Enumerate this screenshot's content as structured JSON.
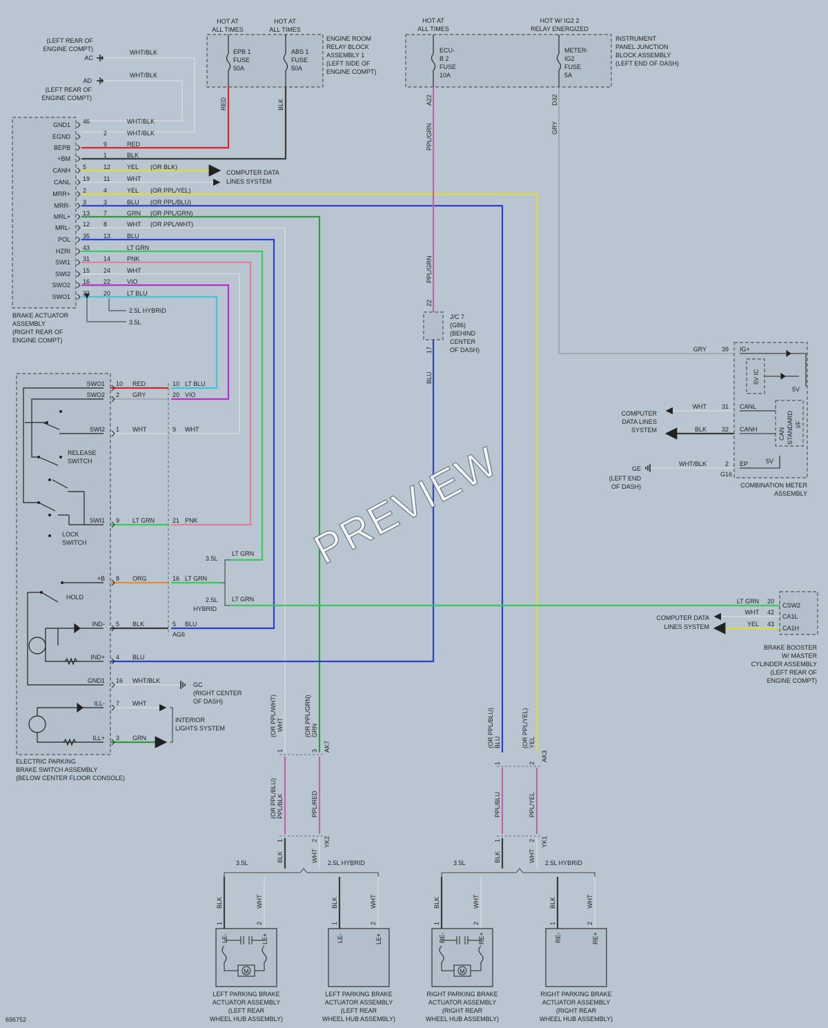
{
  "watermark": "PREVIEW",
  "figure_id": "696752",
  "colors": {
    "red": "#d7262b",
    "blk": "#3a3a3a",
    "yel": "#e0dc33",
    "wht": "#dcdcdc",
    "blu": "#2a3fd6",
    "grn": "#2f9a38",
    "ltgrn": "#3cc85a",
    "pnk": "#d9849a",
    "vio": "#b431c7",
    "ltblu": "#3dc6d5",
    "ppl": "#c462a8",
    "org": "#e08a3a",
    "gry": "#9a9a9a"
  },
  "grounds": {
    "ac": {
      "id": "AC",
      "desc1": "(LEFT REAR OF",
      "desc2": "ENGINE COMPT)",
      "wire": "WHT/BLK"
    },
    "ad": {
      "id": "AD",
      "desc1": "(LEFT REAR OF",
      "desc2": "ENGINE COMPT)",
      "wire": "WHT/BLK"
    },
    "gc": {
      "id": "GC",
      "desc1": "(RIGHT CENTER",
      "desc2": "OF DASH)"
    },
    "ge": {
      "id": "GE",
      "desc1": "(LEFT END",
      "desc2": "OF DASH)"
    }
  },
  "engine_relay": {
    "hot1a": "HOT AT",
    "hot1b": "ALL TIMES",
    "hot2a": "HOT AT",
    "hot2b": "ALL TIMES",
    "fuse1a": "EPB 1",
    "fuse1b": "FUSE",
    "fuse1c": "50A",
    "fuse2a": "ABS 1",
    "fuse2b": "FUSE",
    "fuse2c": "50A",
    "l1": "ENGINE ROOM",
    "l2": "RELAY BLOCK",
    "l3": "ASSEMBLY 1",
    "l4": "(LEFT SIDE OF",
    "l5": "ENGINE COMPT)",
    "w1": "RED",
    "w2": "BLK"
  },
  "ipjb": {
    "hot1a": "HOT AT",
    "hot1b": "ALL TIMES",
    "hot2a": "HOT W/ IG2 2",
    "hot2b": "RELAY ENERGIZED",
    "fuse1a": "ECU-",
    "fuse1b": "B 2",
    "fuse1c": "FUSE",
    "fuse1d": "10A",
    "fuse2a": "METER-",
    "fuse2b": "IG2",
    "fuse2c": "FUSE",
    "fuse2d": "5A",
    "l1": "INSTRUMENT",
    "l2": "PANEL JUNCTION",
    "l3": "BLOCK ASSEMBLY",
    "l4": "(LEFT END OF DASH)",
    "pin1": "A22",
    "pin2": "D32",
    "w1": "PPL/GRN",
    "w2": "GRY"
  },
  "actuator": {
    "l1": "BRAKE ACTUATOR",
    "l2": "ASSEMBLY",
    "l3": "(RIGHT REAR OF",
    "l4": "ENGINE COMPT)",
    "rows": [
      {
        "term": "GND1",
        "pin": "46",
        "pin2": "",
        "wire": "WHT/BLK",
        "alt": ""
      },
      {
        "term": "EGND",
        "pin": "",
        "pin2": "2",
        "wire": "WHT/BLK",
        "alt": ""
      },
      {
        "term": "BEPB",
        "pin": "",
        "pin2": "9",
        "wire": "RED",
        "alt": ""
      },
      {
        "term": "+BM",
        "pin": "",
        "pin2": "1",
        "wire": "BLK",
        "alt": ""
      },
      {
        "term": "CANH",
        "pin": "5",
        "pin2": "12",
        "wire": "YEL",
        "alt": "(OR BLK)"
      },
      {
        "term": "CANL",
        "pin": "19",
        "pin2": "11",
        "wire": "WHT",
        "alt": ""
      },
      {
        "term": "MRR+",
        "pin": "2",
        "pin2": "4",
        "wire": "YEL",
        "alt": "(OR PPL/YEL)"
      },
      {
        "term": "MRR-",
        "pin": "3",
        "pin2": "3",
        "wire": "BLU",
        "alt": "(OR PPL/BLU)"
      },
      {
        "term": "MRL+",
        "pin": "13",
        "pin2": "7",
        "wire": "GRN",
        "alt": "(OR PPL/GRN)"
      },
      {
        "term": "MRL-",
        "pin": "12",
        "pin2": "8",
        "wire": "WHT",
        "alt": "(OR PPL/WHT)"
      },
      {
        "term": "POL",
        "pin": "35",
        "pin2": "13",
        "wire": "BLU",
        "alt": ""
      },
      {
        "term": "HZRI",
        "pin": "43",
        "pin2": "",
        "wire": "LT GRN",
        "alt": ""
      },
      {
        "term": "SWI1",
        "pin": "31",
        "pin2": "14",
        "wire": "PNK",
        "alt": ""
      },
      {
        "term": "SWI2",
        "pin": "15",
        "pin2": "24",
        "wire": "WHT",
        "alt": ""
      },
      {
        "term": "SWO2",
        "pin": "16",
        "pin2": "22",
        "wire": "VIO",
        "alt": ""
      },
      {
        "term": "SWO1",
        "pin": "32",
        "pin2": "20",
        "wire": "LT BLU",
        "alt": ""
      }
    ],
    "variant1": "2.5L HYBRID",
    "variant2": "3.5L"
  },
  "cdl": {
    "l1": "COMPUTER DATA",
    "l2": "LINES SYSTEM"
  },
  "jc7": {
    "l1": "J/C 7",
    "l2": "(G86)",
    "l3": "(BEHIND",
    "l4": "CENTER",
    "l5": "OF DASH)",
    "pin1": "22",
    "pin2": "17",
    "w1": "PPL/GRN",
    "w2": "BLU"
  },
  "epb_switch": {
    "l1": "ELECTRIC PARKING",
    "l2": "BRAKE SWITCH ASSEMBLY",
    "l3": "(BELOW CENTER FLOOR CONSOLE)",
    "release1": "RELEASE",
    "release2": "SWITCH",
    "lock1": "LOCK",
    "lock2": "SWITCH",
    "hold": "HOLD",
    "rows": [
      {
        "term": "SWO1",
        "pin": "10",
        "wire": "RED",
        "pin2": "10",
        "wire2": "LT BLU"
      },
      {
        "term": "SWO2",
        "pin": "2",
        "wire": "GRY",
        "pin2": "20",
        "wire2": "VIO"
      },
      {
        "term": "SWI2",
        "pin": "1",
        "wire": "WHT",
        "pin2": "9",
        "wire2": "WHT"
      },
      {
        "term": "SWI1",
        "pin": "9",
        "wire": "LT GRN",
        "pin2": "21",
        "wire2": "PNK"
      },
      {
        "term": "+B",
        "pin": "8",
        "wire": "ORG",
        "pin2": "16",
        "wire2": "LT GRN"
      },
      {
        "term": "IND-",
        "pin": "5",
        "wire": "BLK",
        "pin2": "5",
        "wire2": "BLU"
      },
      {
        "term": "IND+",
        "pin": "4",
        "wire": "BLU",
        "pin2": "",
        "wire2": ""
      },
      {
        "term": "GND1",
        "pin": "16",
        "wire": "WHT/BLK",
        "pin2": "",
        "wire2": ""
      },
      {
        "term": "ILL-",
        "pin": "7",
        "wire": "WHT",
        "pin2": "",
        "wire2": ""
      },
      {
        "term": "ILL+",
        "pin": "3",
        "wire": "GRN",
        "pin2": "",
        "wire2": ""
      }
    ],
    "conn": "AG6",
    "v35": "3.5L",
    "v25a": "2.5L",
    "v25b": "HYBRID",
    "ltgrn": "LT GRN",
    "interior1": "INTERIOR",
    "interior2": "LIGHTS SYSTEM"
  },
  "meter": {
    "l1": "COMBINATION METER",
    "l2": "ASSEMBLY",
    "rows": [
      {
        "term": "IG+",
        "pin": "39",
        "wire": "GRY"
      },
      {
        "term": "CANL",
        "pin": "31",
        "wire": "WHT"
      },
      {
        "term": "CANH",
        "pin": "32",
        "wire": "BLK"
      },
      {
        "term": "EP",
        "pin": "2",
        "wire": "WHT/BLK"
      }
    ],
    "ic": "5V IC",
    "v5a": "5V",
    "v5b": "5V",
    "can1": "CAN",
    "can2": "STANDARD",
    "can3": "I/F",
    "conn": "G16",
    "cdl1": "COMPUTER",
    "cdl2": "DATA LINES",
    "cdl3": "SYSTEM"
  },
  "booster": {
    "l1": "BRAKE BOOSTER",
    "l2": "W/ MASTER",
    "l3": "CYLINDER ASSEMBLY",
    "l4": "(LEFT REAR OF",
    "l5": "ENGINE COMPT)",
    "rows": [
      {
        "term": "CSW2",
        "pin": "20",
        "wire": "LT GRN"
      },
      {
        "term": "CA1L",
        "pin": "42",
        "wire": "WHT"
      },
      {
        "term": "CA1H",
        "pin": "43",
        "wire": "YEL"
      }
    ],
    "cdl1": "COMPUTER DATA",
    "cdl2": "LINES SYSTEM"
  },
  "harness": {
    "left": {
      "w1": "WHT",
      "w1alt": "(OR PPL/WHT)",
      "w2": "GRN",
      "w2alt": "(OR PPL/GRN)",
      "conn1": "AK7",
      "pin1": "1",
      "pin2": "3",
      "w3": "PPL/BLK",
      "w3alt": "(OR PPL/BLU)",
      "w4": "PPL/RED",
      "conn2": "YK2",
      "pin3": "1",
      "pin4": "2"
    },
    "right": {
      "w1": "BLU",
      "w1alt": "(OR PPL/BLU)",
      "w2": "YEL",
      "w2alt": "(OR PPL/YEL)",
      "conn1": "AK3",
      "pin1": "1",
      "pin2": "2",
      "w3": "PPL/BLU",
      "w4": "PPL/YEL",
      "conn2": "YK1",
      "pin3": "1",
      "pin4": "2"
    },
    "blk": "BLK",
    "wht": "WHT",
    "v35": "3.5L",
    "v25": "2.5L HYBRID"
  },
  "motors": [
    {
      "t1": "LE-",
      "t2": "LE+",
      "l1": "LEFT PARKING BRAKE",
      "l2": "ACTUATOR ASSEMBLY",
      "l3": "(LEFT REAR",
      "l4": "WHEEL HUB ASSEMBLY)",
      "w1": "BLK",
      "w2": "WHT",
      "p1": "1",
      "p2": "2",
      "m": "M"
    },
    {
      "t1": "LE-",
      "t2": "LE+",
      "l1": "LEFT PARKING BRAKE",
      "l2": "ACTUATOR ASSEMBLY",
      "l3": "(LEFT REAR",
      "l4": "WHEEL HUB ASSEMBLY)",
      "w1": "BLK",
      "w2": "WHT",
      "p1": "1",
      "p2": "2",
      "m": ""
    },
    {
      "t1": "RE-",
      "t2": "RE+",
      "l1": "RIGHT PARKING BRAKE",
      "l2": "ACTUATOR ASSEMBLY",
      "l3": "(RIGHT REAR",
      "l4": "WHEEL HUB ASSEMBLY)",
      "w1": "BLK",
      "w2": "WHT",
      "p1": "1",
      "p2": "2",
      "m": "M"
    },
    {
      "t1": "RE-",
      "t2": "RE+",
      "l1": "RIGHT PARKING BRAKE",
      "l2": "ACTUATOR ASSEMBLY",
      "l3": "(RIGHT REAR",
      "l4": "WHEEL HUB ASSEMBLY)",
      "w1": "BLK",
      "w2": "WHT",
      "p1": "1",
      "p2": "2",
      "m": ""
    }
  ]
}
